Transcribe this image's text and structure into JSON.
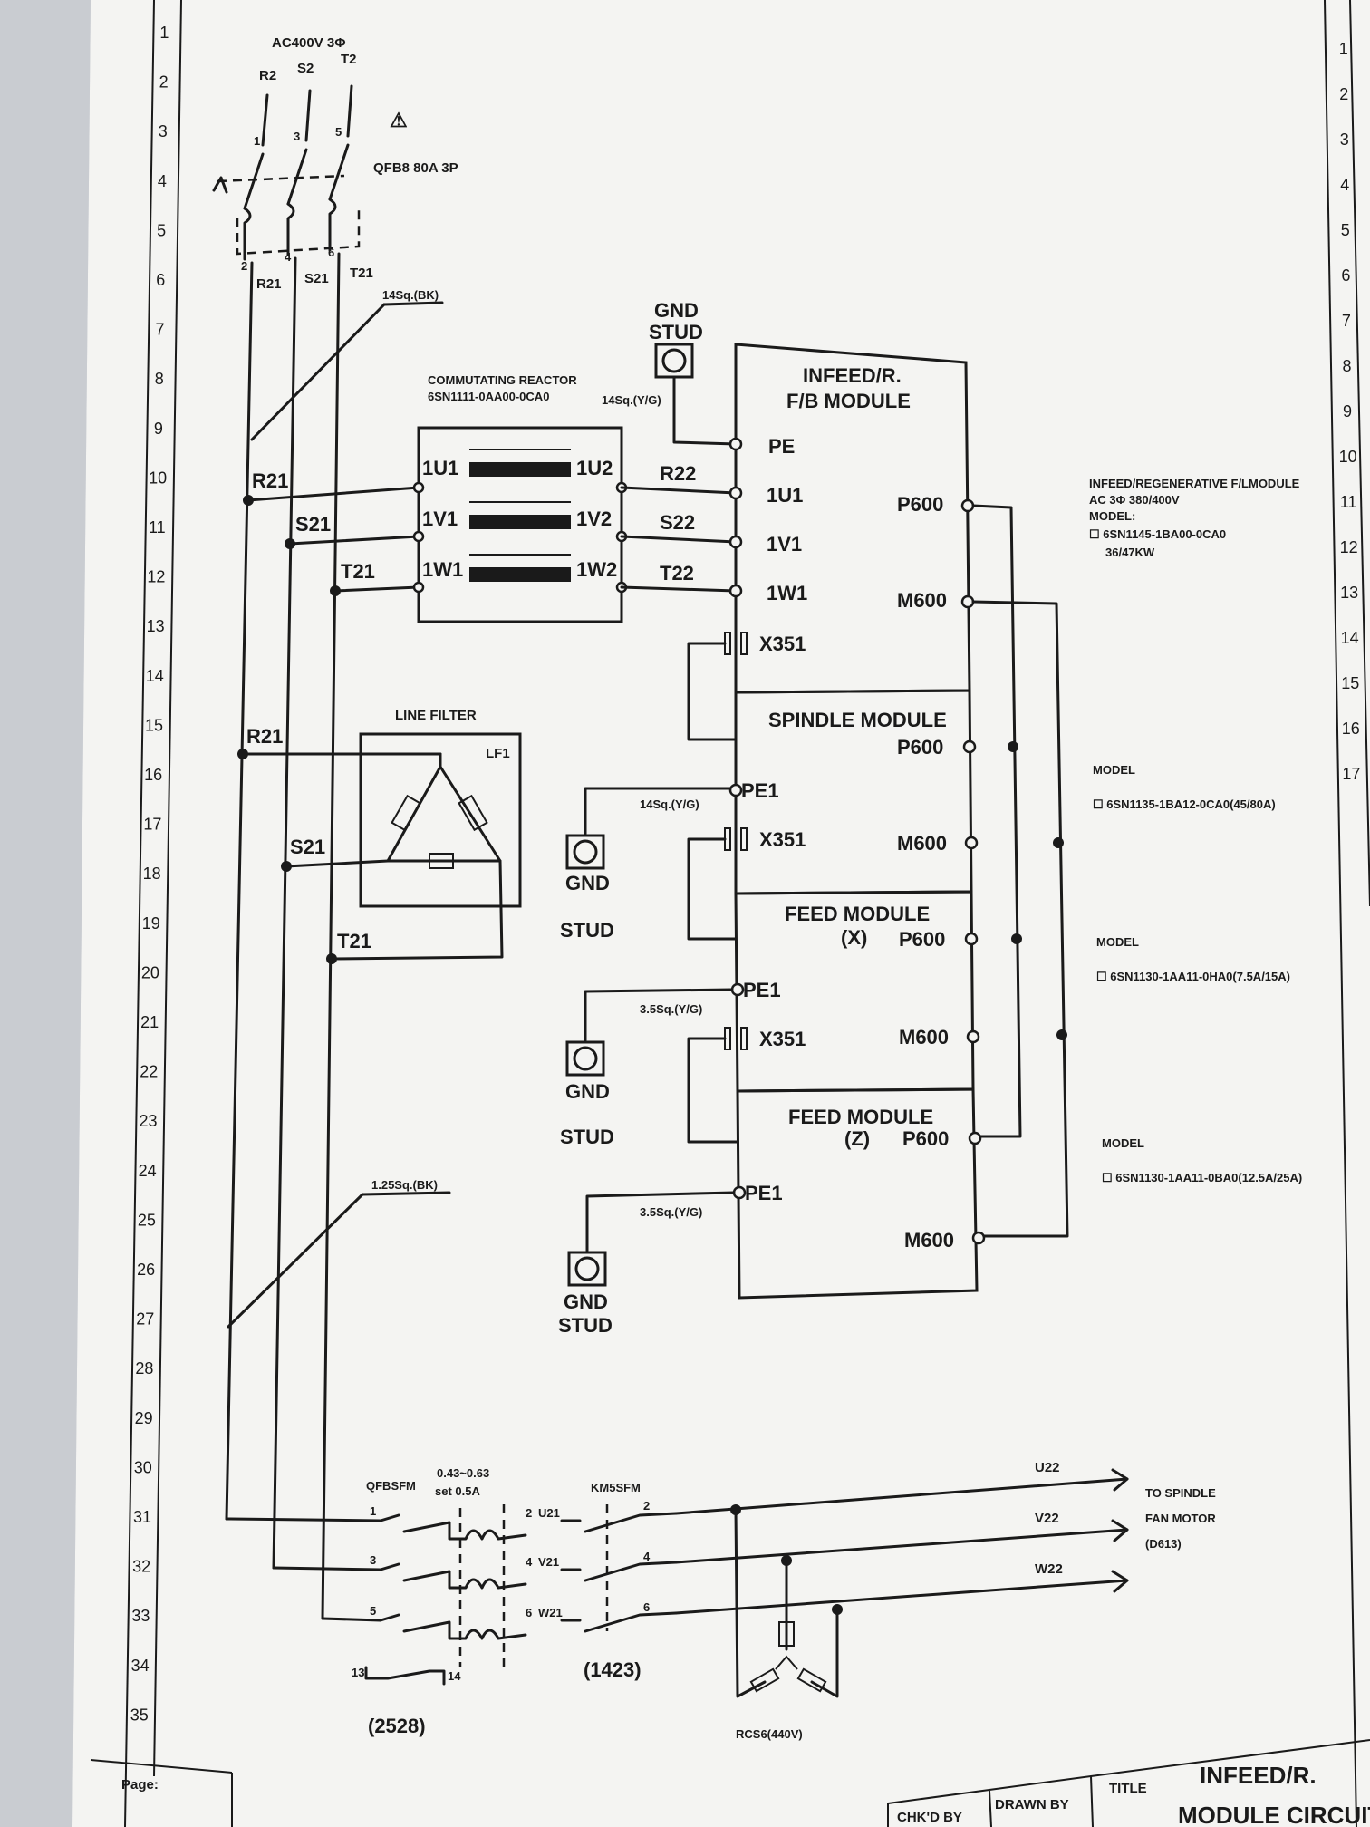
{
  "rows": [
    "1",
    "2",
    "3",
    "4",
    "5",
    "6",
    "7",
    "8",
    "9",
    "10",
    "11",
    "12",
    "13",
    "14",
    "15",
    "16",
    "17",
    "18",
    "19",
    "20",
    "21",
    "22",
    "23",
    "24",
    "25",
    "26",
    "27",
    "28",
    "29",
    "30",
    "31",
    "32",
    "33",
    "34",
    "35"
  ],
  "right_rows": [
    "1",
    "2",
    "3",
    "4",
    "5",
    "6",
    "7",
    "8",
    "9",
    "10",
    "11",
    "12",
    "13",
    "14",
    "15",
    "16",
    "17"
  ],
  "supply": {
    "voltage": "AC400V 3Φ",
    "phases": [
      "R2",
      "S2",
      "T2"
    ],
    "phases_out": [
      "R21",
      "S21",
      "T21"
    ],
    "pins_top": [
      "1",
      "3",
      "5"
    ],
    "pins_bottom": [
      "2",
      "4",
      "6"
    ],
    "breaker_label": "QFB8  80A 3P",
    "warning": "⚠",
    "cable_top": "14Sq.(BK)",
    "cable_bottom": "1.25Sq.(BK)"
  },
  "reactor": {
    "title_line1": "COMMUTATING REACTOR",
    "title_line2": "6SN1111-0AA00-0CA0",
    "in_terminals": [
      "1U1",
      "1V1",
      "1W1"
    ],
    "out_terminals": [
      "1U2",
      "1V2",
      "1W2"
    ],
    "out_wires": [
      "R22",
      "S22",
      "T22"
    ],
    "in_wires": [
      "R21",
      "S21",
      "T21"
    ]
  },
  "gnd_stud": {
    "gnd": "GND",
    "stud": "STUD",
    "cable": "14Sq.(Y/G)"
  },
  "infeed": {
    "title_line1": "INFEED/R.",
    "title_line2": "F/B MODULE",
    "left_terminals": [
      "PE",
      "1U1",
      "1V1",
      "1W1"
    ],
    "p600": "P600",
    "m600": "M600",
    "x351": "X351",
    "note": [
      "INFEED/REGENERATIVE F/LMODULE",
      "AC 3Φ 380/400V",
      "MODEL:",
      "☐ 6SN1145-1BA00-0CA0",
      "36/47KW"
    ]
  },
  "line_filter": {
    "title": "LINE FILTER",
    "tag": "LF1",
    "wires": [
      "R21",
      "S21",
      "T21"
    ]
  },
  "modules": [
    {
      "title": "SPINDLE MODULE",
      "axis": "",
      "pe": "PE1",
      "pe_cable": "14Sq.(Y/G)",
      "x351": "X351",
      "p600": "P600",
      "m600": "M600",
      "model_label": "MODEL",
      "model": "☐ 6SN1135-1BA12-0CA0(45/80A)"
    },
    {
      "title": "FEED MODULE",
      "axis": "(X)",
      "pe": "PE1",
      "pe_cable": "3.5Sq.(Y/G)",
      "x351": "X351",
      "p600": "P600",
      "m600": "M600",
      "model_label": "MODEL",
      "model": "☐ 6SN1130-1AA11-0HA0(7.5A/15A)"
    },
    {
      "title": "FEED MODULE",
      "axis": "(Z)",
      "pe": "PE1",
      "pe_cable": "3.5Sq.(Y/G)",
      "x351": "",
      "p600": "P600",
      "m600": "M600",
      "model_label": "MODEL",
      "model": "☐ 6SN1130-1AA11-0BA0(12.5A/25A)"
    }
  ],
  "fan_circuit": {
    "breaker_tag": "QFBSFM",
    "breaker_rating_line1": "0.43~0.63",
    "breaker_rating_line2": "set 0.5A",
    "contactor_tag": "KM5SFM",
    "in_pins": [
      "1",
      "3",
      "5"
    ],
    "out_pins": [
      "2",
      "4",
      "6"
    ],
    "out_wires": [
      "U21",
      "V21",
      "W21"
    ],
    "contactor_pins": [
      "2",
      "4",
      "6"
    ],
    "aux_pins": [
      "13",
      "14"
    ],
    "breaker_ref": "(2528)",
    "contactor_ref": "(1423)",
    "arrows": [
      "U22",
      "V22",
      "W22"
    ],
    "destination": [
      "TO SPINDLE",
      "FAN MOTOR",
      "(D613)"
    ],
    "rc": "RCS6(440V)"
  },
  "title_block": {
    "page": "Page:",
    "chkd_by": "CHK'D BY",
    "drawn_by": "DRAWN BY",
    "title_label": "TITLE",
    "title_line1": "INFEED/R.",
    "title_line2": "MODULE CIRCUIT"
  },
  "colors": {
    "paper": "#f4f4f2",
    "ink": "#1a1a1a",
    "background": "#d7d9dd"
  }
}
